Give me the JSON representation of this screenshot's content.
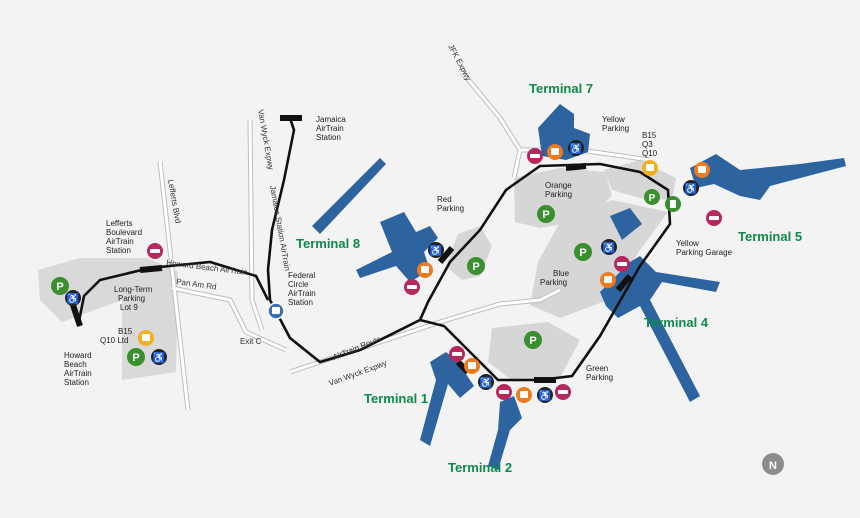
{
  "terminals": {
    "t1": "Terminal 1",
    "t2": "Terminal 2",
    "t4": "Terminal 4",
    "t5": "Terminal 5",
    "t7": "Terminal 7",
    "t8": "Terminal 8"
  },
  "parking": {
    "orange": [
      "Orange",
      "Parking"
    ],
    "red": [
      "Red",
      "Parking"
    ],
    "blue": [
      "Blue",
      "Parking"
    ],
    "green": [
      "Green",
      "Parking"
    ],
    "yellow": [
      "Yellow",
      "Parking"
    ],
    "yellow_garage": [
      "Yellow",
      "Parking Garage"
    ],
    "long_term": [
      "Long-Term",
      "Parking",
      "Lot 9"
    ]
  },
  "stations": {
    "jamaica": [
      "Jamaica",
      "AirTrain",
      "Station"
    ],
    "federal_circle": [
      "Federal",
      "Circle",
      "AirTrain",
      "Station"
    ],
    "lefferts": [
      "Lefferts",
      "Boulevard",
      "AirTrain",
      "Station"
    ],
    "howard_beach": [
      "Howard",
      "Beach",
      "AirTrain",
      "Station"
    ]
  },
  "roads": {
    "jfk_expwy": "JFK Expwy",
    "van_wyck_upper": "Van Wyck Expwy",
    "van_wyck_lower": "Van Wyck Expwy",
    "jamaica_airtrain": "Jamaica Station AirTrain",
    "howard_airtrain": "Howard Beach AirTrain",
    "pan_am": "Pan Am Rd",
    "lefferts_blvd": "Lefferts Blvd",
    "airtrain_route": "AirTrain Route",
    "exit_c": "Exit C"
  },
  "bus": {
    "t5_routes": [
      "B15",
      "Q3",
      "Q10"
    ],
    "lot9_routes": [
      "B15",
      "Q10 Ltd"
    ]
  },
  "icons": {
    "parking_letter": "P",
    "compass_letter": "N"
  },
  "colors": {
    "terminal_blue": "#2d64a0",
    "airtrain_line": "#111111",
    "parking_green": "#3a8f2f",
    "taxi_orange": "#f07a1c",
    "car_rental_pink": "#b5285e",
    "label_green": "#0e8a4a"
  }
}
